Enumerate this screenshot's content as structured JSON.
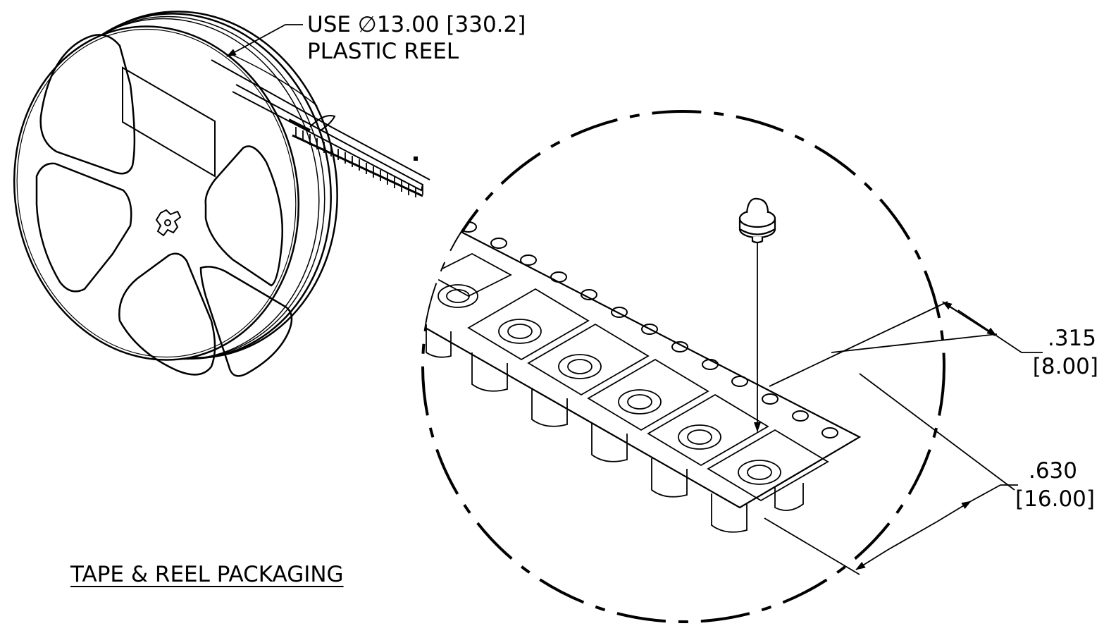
{
  "reel_callout": {
    "line1": "USE ∅13.00 [330.2]",
    "line2": "PLASTIC REEL"
  },
  "pitch_dimension": {
    "value": ".315",
    "metric": "[8.00]"
  },
  "width_dimension": {
    "value": ".630",
    "metric": "[16.00]"
  },
  "title": "TAPE & REEL PACKAGING",
  "colors": {
    "ink": "#000000",
    "paper": "#ffffff"
  }
}
